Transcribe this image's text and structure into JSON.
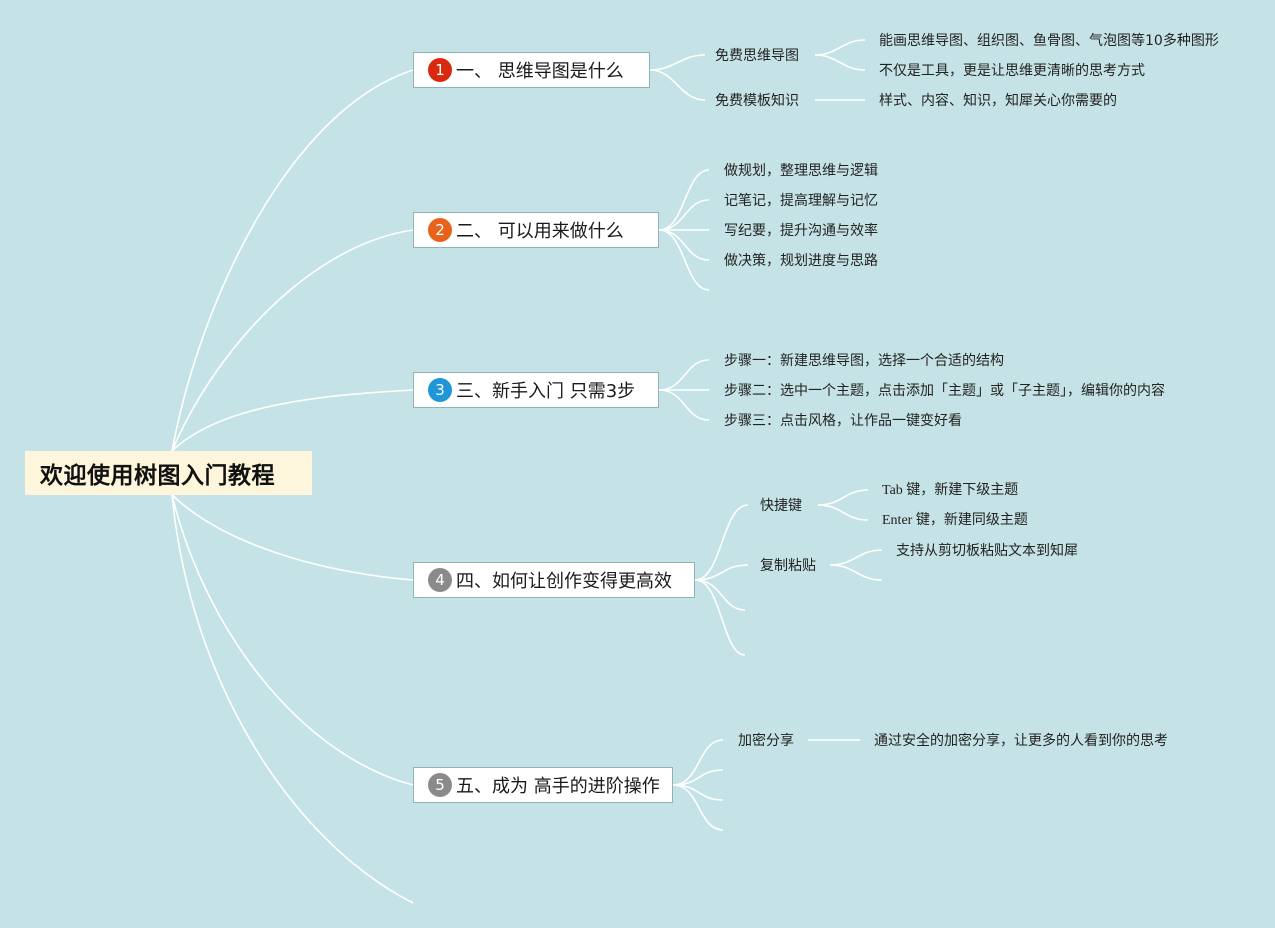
{
  "root": {
    "title": "欢迎使用树图入门教程"
  },
  "colors": {
    "background": "#c5e3e6",
    "root_fill": "#fdf6dc",
    "connector": "#ffffff",
    "branch_border": "#8fb4b7",
    "badge_1": "#d9290e",
    "badge_2": "#e8621b",
    "badge_3": "#1e96d8",
    "badge_4": "#8a8a8a",
    "badge_5": "#8a8a8a"
  },
  "branches": [
    {
      "badge": "1",
      "label": "一、 思维导图是什么",
      "subs": [
        {
          "label": "免费思维导图",
          "leaves": [
            "能画思维导图、组织图、鱼骨图、气泡图等10多种图形",
            "不仅是工具，更是让思维更清晰的思考方式"
          ]
        },
        {
          "label": "免费模板知识",
          "leaves": [
            "样式、内容、知识，知犀关心你需要的"
          ]
        }
      ]
    },
    {
      "badge": "2",
      "label": "二、 可以用来做什么",
      "items": [
        "做规划，整理思维与逻辑",
        "记笔记，提高理解与记忆",
        "写纪要，提升沟通与效率",
        "做决策，规划进度与思路"
      ]
    },
    {
      "badge": "3",
      "label": "三、新手入门 只需3步",
      "items": [
        "步骤一：新建思维导图，选择一个合适的结构",
        "步骤二：选中一个主题，点击添加「主题」或「子主题」，编辑你的内容",
        "步骤三：点击风格，让作品一键变好看"
      ]
    },
    {
      "badge": "4",
      "label": "四、如何让创作变得更高效",
      "subs": [
        {
          "label": "快捷键",
          "leaves": [
            "Tab 键，新建下级主题",
            "Enter 键，新建同级主题"
          ]
        },
        {
          "label": "复制粘贴",
          "leaves": [
            "支持从剪切板粘贴文本到知犀"
          ]
        }
      ]
    },
    {
      "badge": "5",
      "label": "五、成为 高手的进阶操作",
      "subs": [
        {
          "label": "加密分享",
          "leaves": [
            "通过安全的加密分享，让更多的人看到你的思考"
          ]
        }
      ]
    }
  ]
}
